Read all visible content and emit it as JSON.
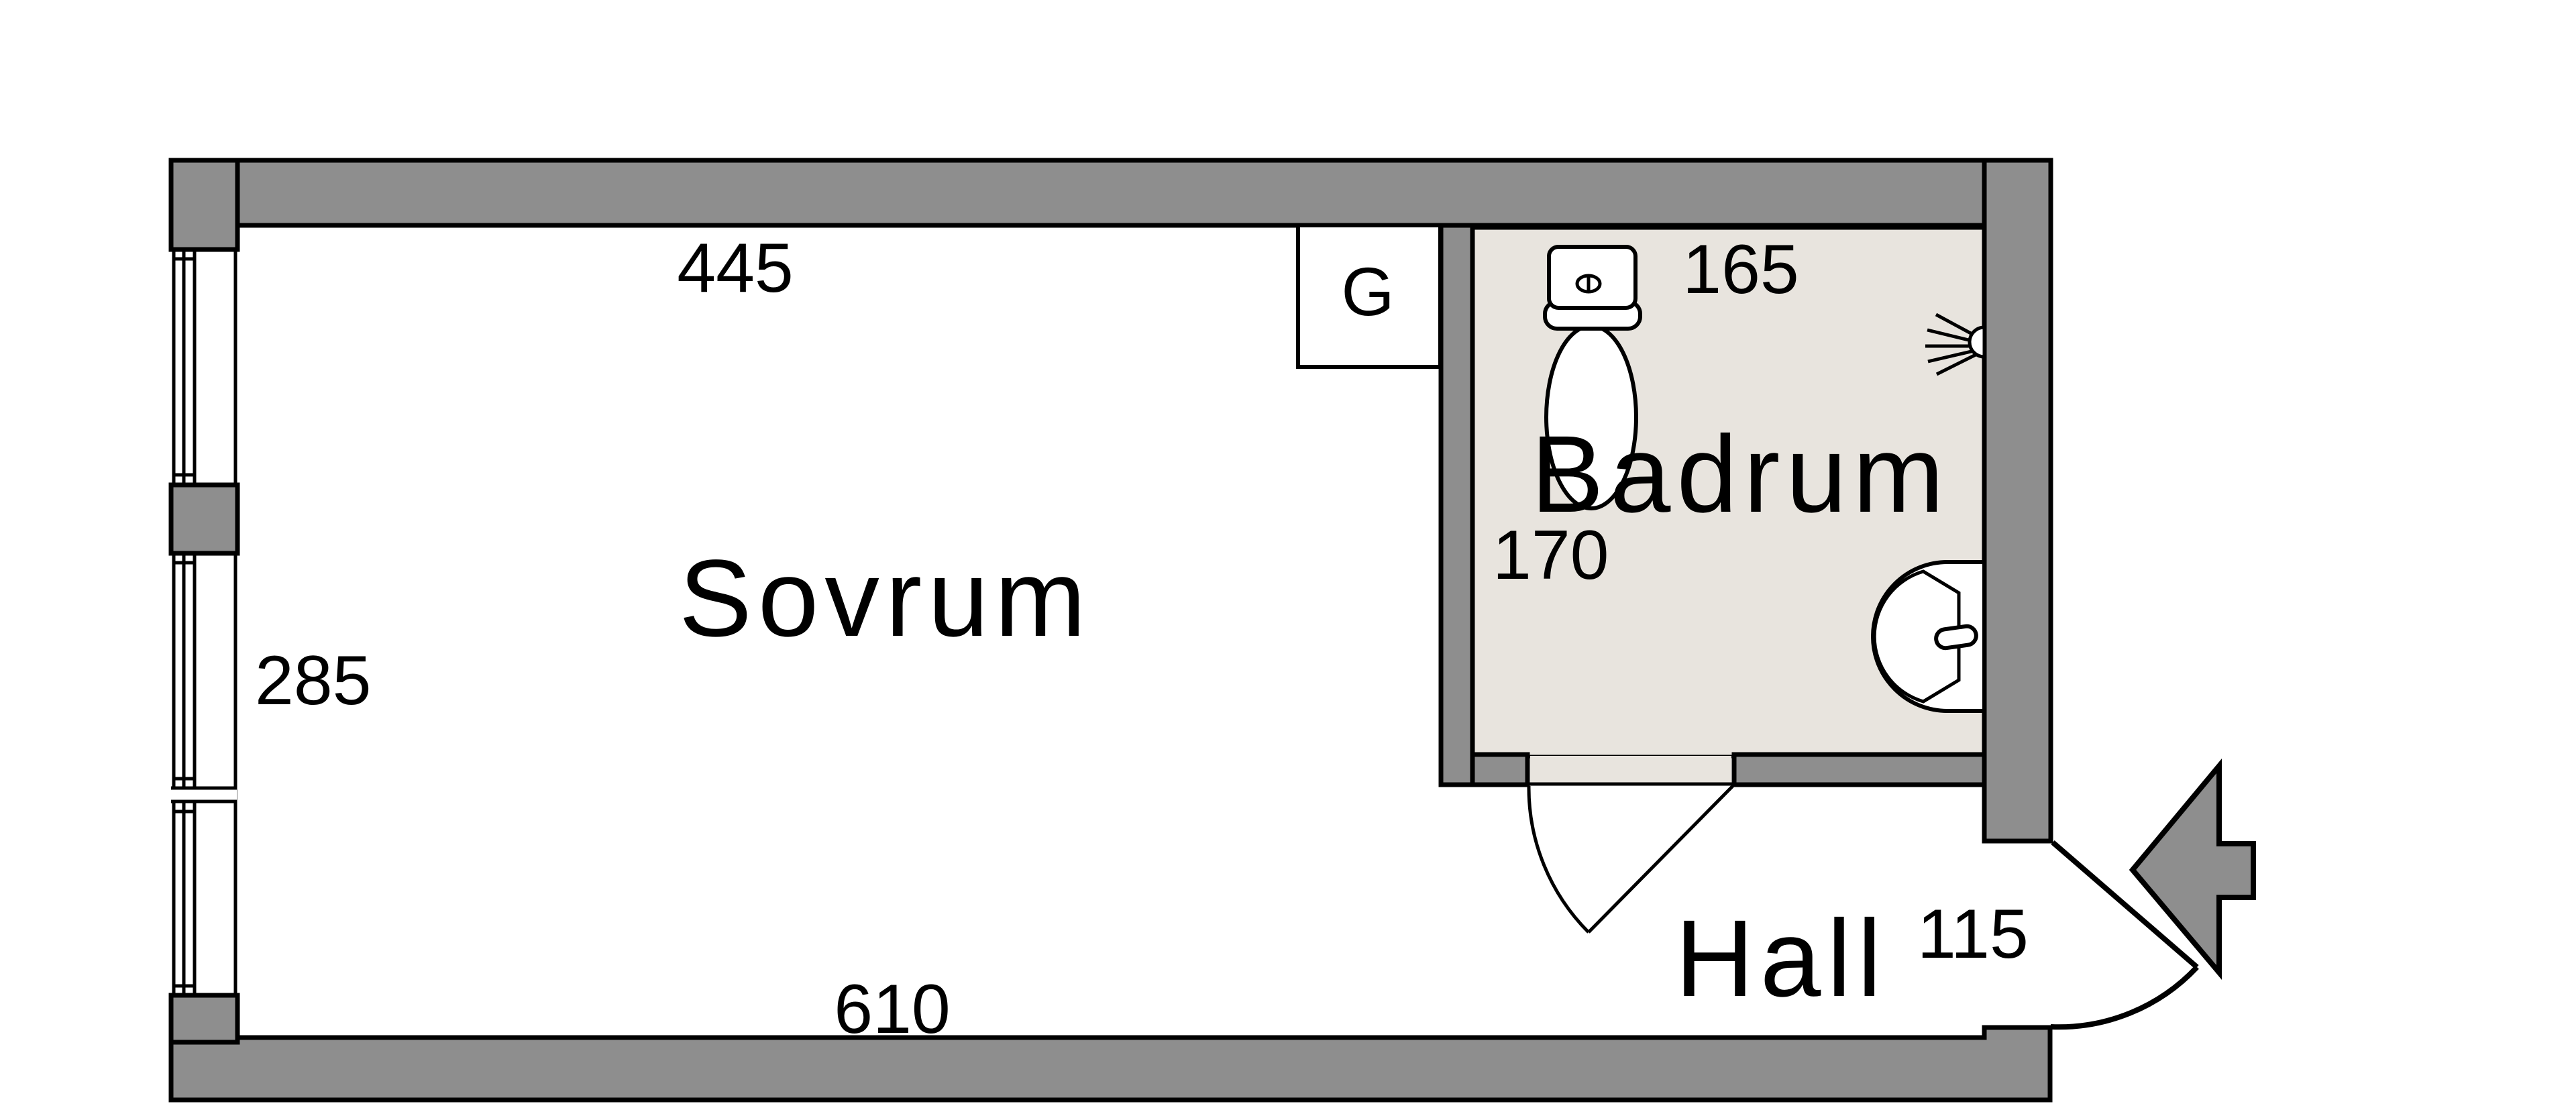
{
  "floorplan": {
    "title": "apartment-floor-plan",
    "rooms": {
      "sovrum": {
        "label": "Sovrum",
        "top_dim": "445",
        "left_dim": "285",
        "bottom_dim": "610"
      },
      "badrum": {
        "label": "Badrum",
        "top_dim": "165",
        "side_dim": "170"
      },
      "hall": {
        "label": "Hall",
        "dim": "115"
      },
      "closet": {
        "label": "G"
      }
    },
    "fixtures": {
      "toilet": "toilet-icon",
      "sink": "sink-icon",
      "shower": "shower-spray-icon",
      "entry_arrow": "entrance-arrow-icon",
      "windows": "window-symbols",
      "doors": "door-swing-symbols"
    },
    "colors": {
      "wall": "#8e8e8e",
      "bathroom_floor": "#e8e4de",
      "threshold": "#e8e4de",
      "line": "#000000",
      "background": "#ffffff"
    }
  }
}
